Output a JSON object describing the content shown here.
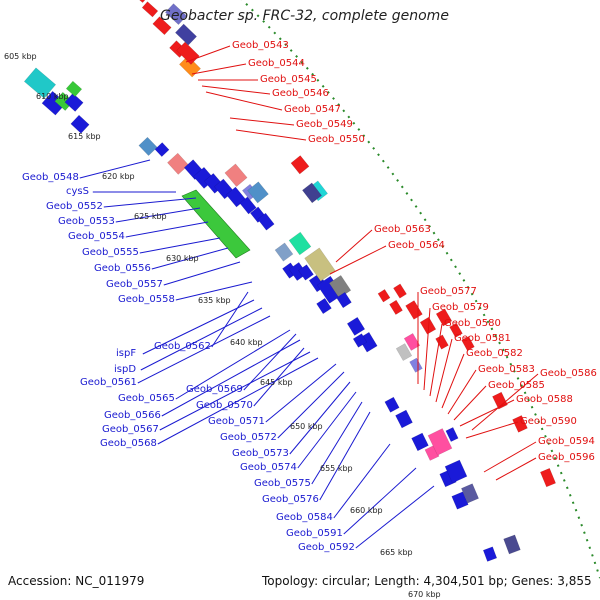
{
  "title": "Geobacter sp. FRC-32, complete genome",
  "accession": "Accession: NC_011979",
  "summary": "Topology: circular; Length: 4,304,501 bp; Genes: 3,855",
  "colors": {
    "forward": "#ee1c1c",
    "reverse": "#1a1ad8",
    "backbone": "#8a8a8a",
    "tick": "#2a8a2a",
    "label_forward": "#e01010",
    "label_reverse": "#1a1ad0"
  },
  "kbp_ticks": [
    "605 kbp",
    "610 kbp",
    "615 kbp",
    "620 kbp",
    "625 kbp",
    "630 kbp",
    "635 kbp",
    "640 kbp",
    "645 kbp",
    "650 kbp",
    "655 kbp",
    "660 kbp",
    "665 kbp",
    "670 kbp"
  ],
  "forward_labels": [
    "Geob_0543",
    "Geob_0544",
    "Geob_0545",
    "Geob_0546",
    "Geob_0547",
    "Geob_0549",
    "Geob_0550",
    "Geob_0563",
    "Geob_0564",
    "Geob_0577",
    "Geob_0579",
    "Geob_0580",
    "Geob_0581",
    "Geob_0582",
    "Geob_0583",
    "Geob_0586",
    "Geob_0585",
    "Geob_0588",
    "Geob_0590",
    "Geob_0594",
    "Geob_0596"
  ],
  "reverse_labels": [
    "Geob_0548",
    "cysS",
    "Geob_0552",
    "Geob_0553",
    "Geob_0554",
    "Geob_0555",
    "Geob_0556",
    "Geob_0557",
    "Geob_0558",
    "Geob_0562",
    "ispF",
    "ispD",
    "Geob_0561",
    "Geob_0565",
    "Geob_0569",
    "Geob_0566",
    "Geob_0570",
    "Geob_0567",
    "Geob_0568",
    "Geob_0571",
    "Geob_0572",
    "Geob_0573",
    "Geob_0574",
    "Geob_0575",
    "Geob_0576",
    "Geob_0584",
    "Geob_0591",
    "Geob_0592"
  ]
}
